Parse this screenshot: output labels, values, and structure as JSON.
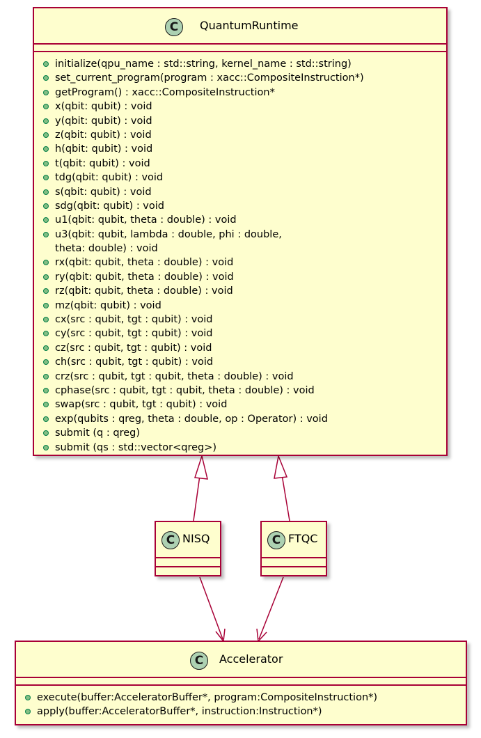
{
  "classes": {
    "quantum_runtime": {
      "icon": "C",
      "name": "QuantumRuntime",
      "methods": [
        "initialize(qpu_name : std::string, kernel_name : std::string)",
        "set_current_program(program : xacc::CompositeInstruction*)",
        "getProgram() : xacc::CompositeInstruction*",
        "x(qbit: qubit) : void",
        "y(qbit: qubit) : void",
        "z(qbit: qubit) : void",
        "h(qbit: qubit) : void",
        "t(qbit: qubit) : void",
        "tdg(qbit: qubit) : void",
        "s(qbit: qubit) : void",
        "sdg(qbit: qubit) : void",
        "u1(qbit: qubit, theta : double) : void",
        "u3(qbit: qubit, lambda : double, phi : double,",
        "theta: double) : void",
        "rx(qbit: qubit, theta : double) : void",
        "ry(qbit: qubit, theta : double) : void",
        "rz(qbit: qubit, theta : double) : void",
        "mz(qbit: qubit) : void",
        "cx(src : qubit, tgt : qubit) : void",
        "cy(src : qubit, tgt : qubit) : void",
        "cz(src : qubit, tgt : qubit) : void",
        "ch(src : qubit, tgt : qubit) : void",
        "crz(src : qubit, tgt : qubit, theta : double) : void",
        "cphase(src : qubit, tgt : qubit, theta : double) : void",
        "swap(src : qubit, tgt : qubit) : void",
        "exp(qubits : qreg, theta : double, op : Operator) : void",
        "submit (q : qreg)",
        "submit (qs : std::vector<qreg>)"
      ]
    },
    "nisq": {
      "icon": "C",
      "name": "NISQ"
    },
    "ftqc": {
      "icon": "C",
      "name": "FTQC"
    },
    "accelerator": {
      "icon": "C",
      "name": "Accelerator",
      "methods": [
        "execute(buffer:AcceleratorBuffer*, program:CompositeInstruction*)",
        "apply(buffer:AcceleratorBuffer*, instruction:Instruction*)"
      ]
    }
  },
  "colors": {
    "box_fill": "#fefece",
    "border": "#a80036",
    "icon_fill": "#add1b2",
    "bullet_fill": "#84be84"
  }
}
